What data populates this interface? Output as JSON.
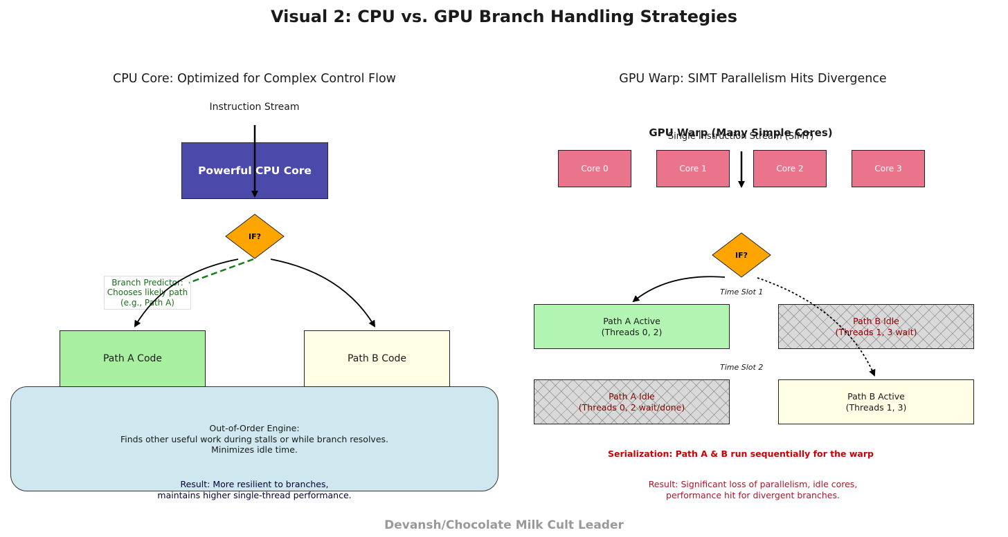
{
  "title": "Visual 2: CPU vs. GPU Branch Handling Strategies",
  "cpu": {
    "subtitle": "CPU Core: Optimized for Complex Control Flow",
    "instruction_stream": "Instruction Stream",
    "core_label": "Powerful CPU Core",
    "if_label": "IF?",
    "predictor_note": "Branch Predictor:\nChooses likely path\n(e.g., Path A)",
    "path_a": "Path A Code",
    "path_b": "Path B Code",
    "ooo_text": "Out-of-Order Engine:\nFinds other useful work during stalls or while branch resolves.\nMinimizes idle time.",
    "result": "Result: More resilient to branches,\nmaintains higher single-thread performance."
  },
  "gpu": {
    "subtitle": "GPU Warp: SIMT Parallelism Hits Divergence",
    "warp_label": "GPU Warp (Many Simple Cores)",
    "simt_label": "Single Instruction Stream (SIMT)",
    "cores": [
      "Core 0",
      "Core 1",
      "Core 2",
      "Core 3"
    ],
    "if_label": "IF?",
    "time_slot_1": "Time Slot 1",
    "time_slot_2": "Time Slot 2",
    "path_a_active": "Path A Active\n(Threads 0, 2)",
    "path_b_idle": "Path B Idle\n(Threads 1, 3 wait)",
    "path_a_idle": "Path A Idle\n(Threads 0, 2 wait/done)",
    "path_b_active": "Path B Active\n(Threads 1, 3)",
    "serialization": "Serialization: Path A & B run sequentially for the warp",
    "result": "Result: Significant loss of parallelism, idle cores,\nperformance hit for divergent branches."
  },
  "footer": "Devansh/Chocolate Milk Cult Leader",
  "colors": {
    "cpu_core": "#4b4aaa",
    "diamond": "#ffa500",
    "path_a": "#a8f0a0",
    "path_b": "#ffffe6",
    "ooo_engine": "#cfe7ef",
    "core": "#e9748c",
    "predictor_green": "#1a6e1a",
    "serialization_red": "#cc0000",
    "result_red": "#a31a2a",
    "footer_gray": "#999999"
  }
}
